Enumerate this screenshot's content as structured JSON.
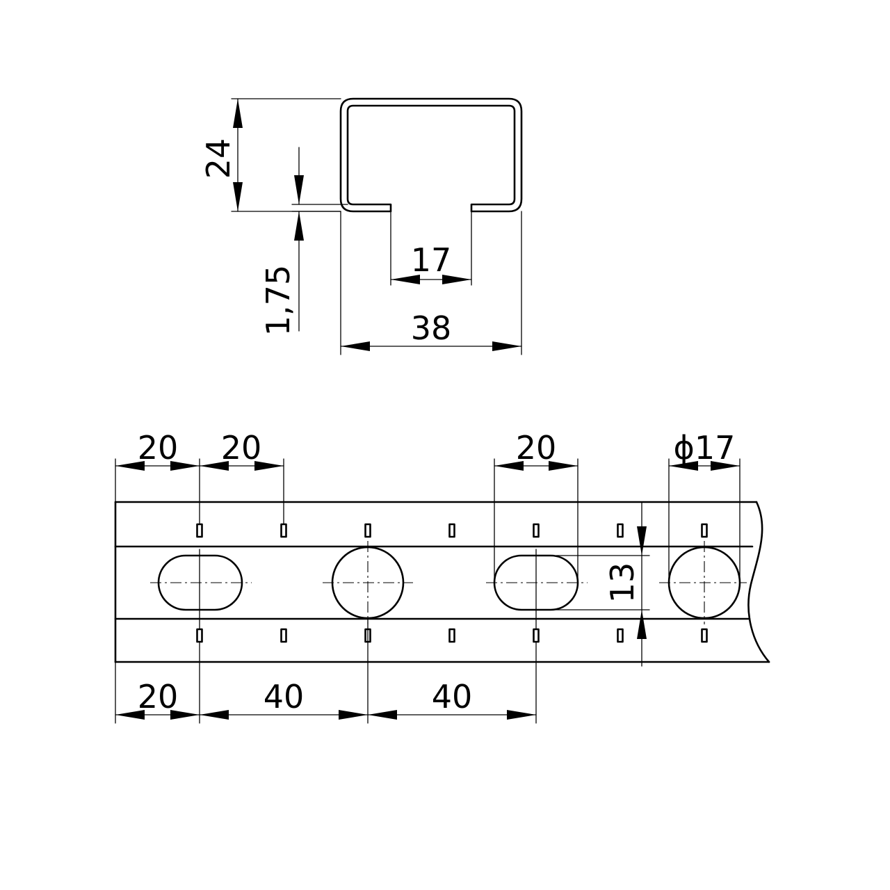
{
  "profile_dimensions": {
    "height": "24",
    "thickness": "1,75",
    "slot_width": "17",
    "width": "38"
  },
  "rail_dimensions": {
    "top_first_offset": "20",
    "top_pitch": "20",
    "slot_length": "20",
    "hole_diameter": "ϕ17",
    "slot_height": "13",
    "bottom_first_offset": "20",
    "bottom_pitch_1": "40",
    "bottom_pitch_2": "40"
  },
  "colors": {
    "stroke": "#000000",
    "background": "#ffffff"
  }
}
